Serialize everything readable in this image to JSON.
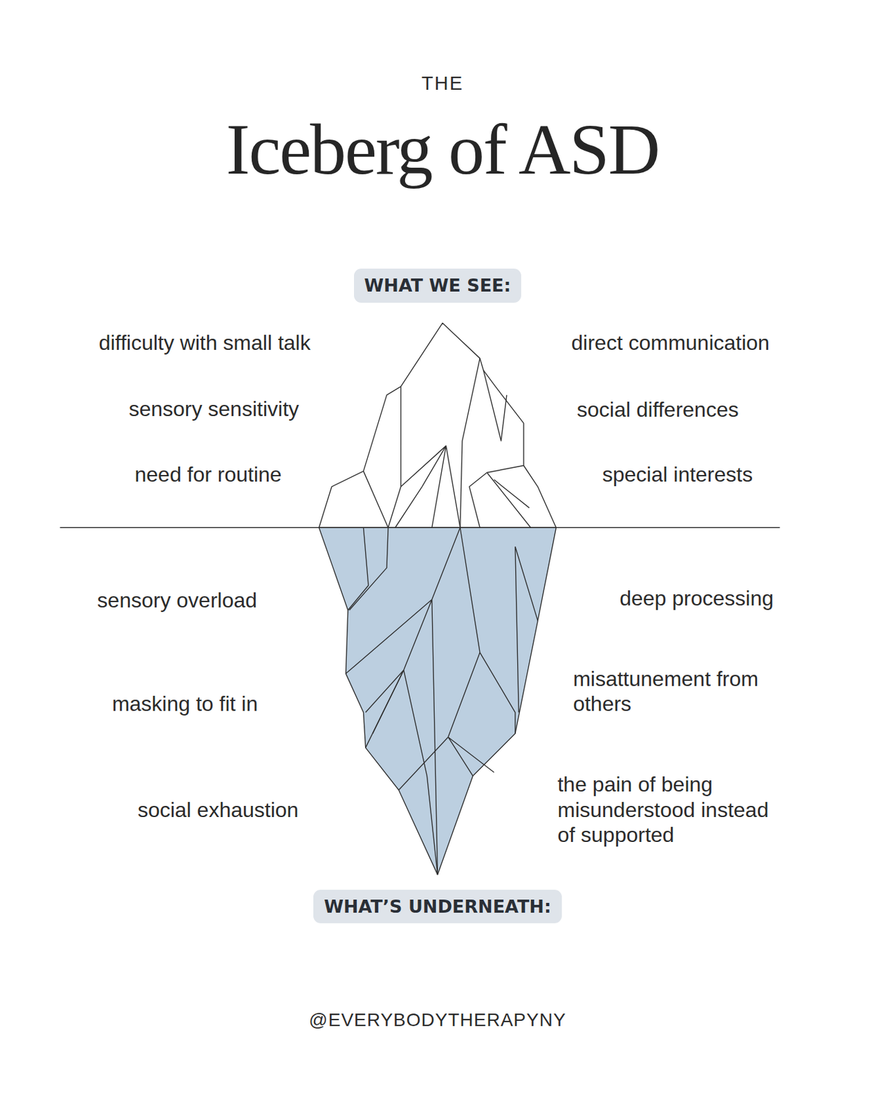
{
  "diagram": {
    "title": "Iceberg of ASD",
    "nodes": [
      {
        "text": [
          "WHAT WE SEE:"
        ]
      },
      {
        "text": [
          "WHAT’S UNDERNEATH:"
        ]
      }
    ],
    "labels": [
      "THE",
      "difficulty with small talk",
      "direct communication",
      "sensory sensitivity",
      "social differences",
      "need for routine",
      "special interests",
      "sensory overload",
      "deep processing",
      "masking to fit in",
      "misattunement from others",
      "social exhaustion",
      "the pain of being misunderstood instead of supported",
      "@EVERYBODYTHERAPYNY"
    ]
  }
}
